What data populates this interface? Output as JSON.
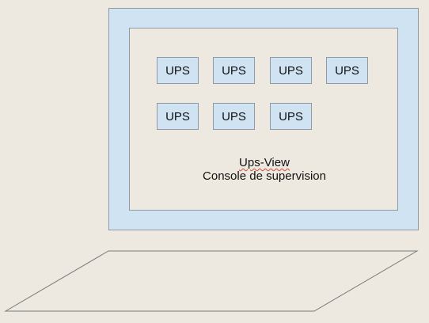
{
  "diagram": {
    "ups_units": [
      "UPS",
      "UPS",
      "UPS",
      "UPS",
      "UPS",
      "UPS",
      "UPS"
    ],
    "caption": {
      "title": "Ups-View",
      "subtitle": "Console de supervision"
    },
    "colors": {
      "background": "#ede9e0",
      "monitor_fill": "#cfe3f2",
      "ups_fill": "#cfe3f2",
      "outline": "#8f9aa3",
      "spellcheck_underline": "#d24b3b"
    }
  }
}
